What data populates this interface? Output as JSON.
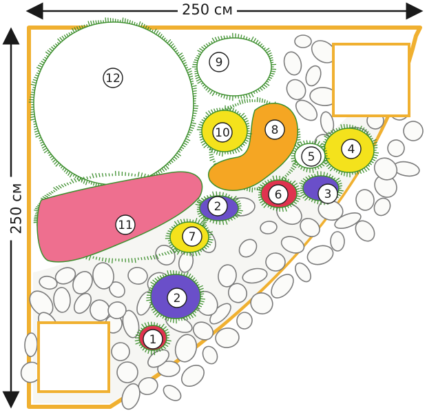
{
  "dimensions": {
    "width_label": "250 см",
    "height_label": "250 см"
  },
  "colors": {
    "border": "#f0b030",
    "grass": "#3d8f2e",
    "stone_stroke": "#7a7a7a",
    "yellow": "#f4e21c",
    "orange": "#f5a623",
    "pink": "#ee6f8f",
    "purple": "#6a4fc9",
    "red": "#e0334f",
    "white": "#ffffff"
  },
  "plants": [
    {
      "number": "1",
      "color": "red"
    },
    {
      "number": "2",
      "color": "purple"
    },
    {
      "number": "2",
      "color": "purple"
    },
    {
      "number": "3",
      "color": "purple"
    },
    {
      "number": "4",
      "color": "yellow"
    },
    {
      "number": "5",
      "color": "white"
    },
    {
      "number": "6",
      "color": "red"
    },
    {
      "number": "7",
      "color": "yellow"
    },
    {
      "number": "8",
      "color": "orange"
    },
    {
      "number": "9",
      "color": "white"
    },
    {
      "number": "10",
      "color": "yellow"
    },
    {
      "number": "11",
      "color": "pink"
    },
    {
      "number": "12",
      "color": "white"
    }
  ],
  "paving_slabs": 2
}
